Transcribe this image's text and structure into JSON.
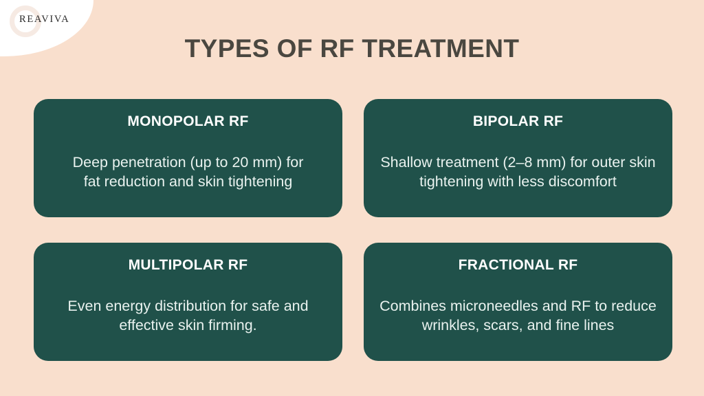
{
  "brand": {
    "wordmark": "REAVIVA",
    "ring_icon": "circle-ring-icon",
    "blob_color": "#FFFFFF"
  },
  "theme": {
    "background": "#F9DFCD",
    "card_background": "#20514A",
    "title_color": "#4A4740",
    "card_title_color": "#FFFFFF",
    "card_body_color": "#E9F2EF"
  },
  "header": {
    "title": "TYPES OF RF TREATMENT"
  },
  "cards": [
    {
      "title": "MONOPOLAR RF",
      "body": "Deep penetration (up to 20 mm) for fat reduction and skin tightening"
    },
    {
      "title": "BIPOLAR RF",
      "body": "Shallow treatment (2–8 mm) for outer skin tightening with less discomfort"
    },
    {
      "title": "MULTIPOLAR RF",
      "body": "Even energy distribution for safe and effective skin firming."
    },
    {
      "title": "FRACTIONAL RF",
      "body": "Combines microneedles and RF to reduce wrinkles, scars, and fine lines"
    }
  ]
}
